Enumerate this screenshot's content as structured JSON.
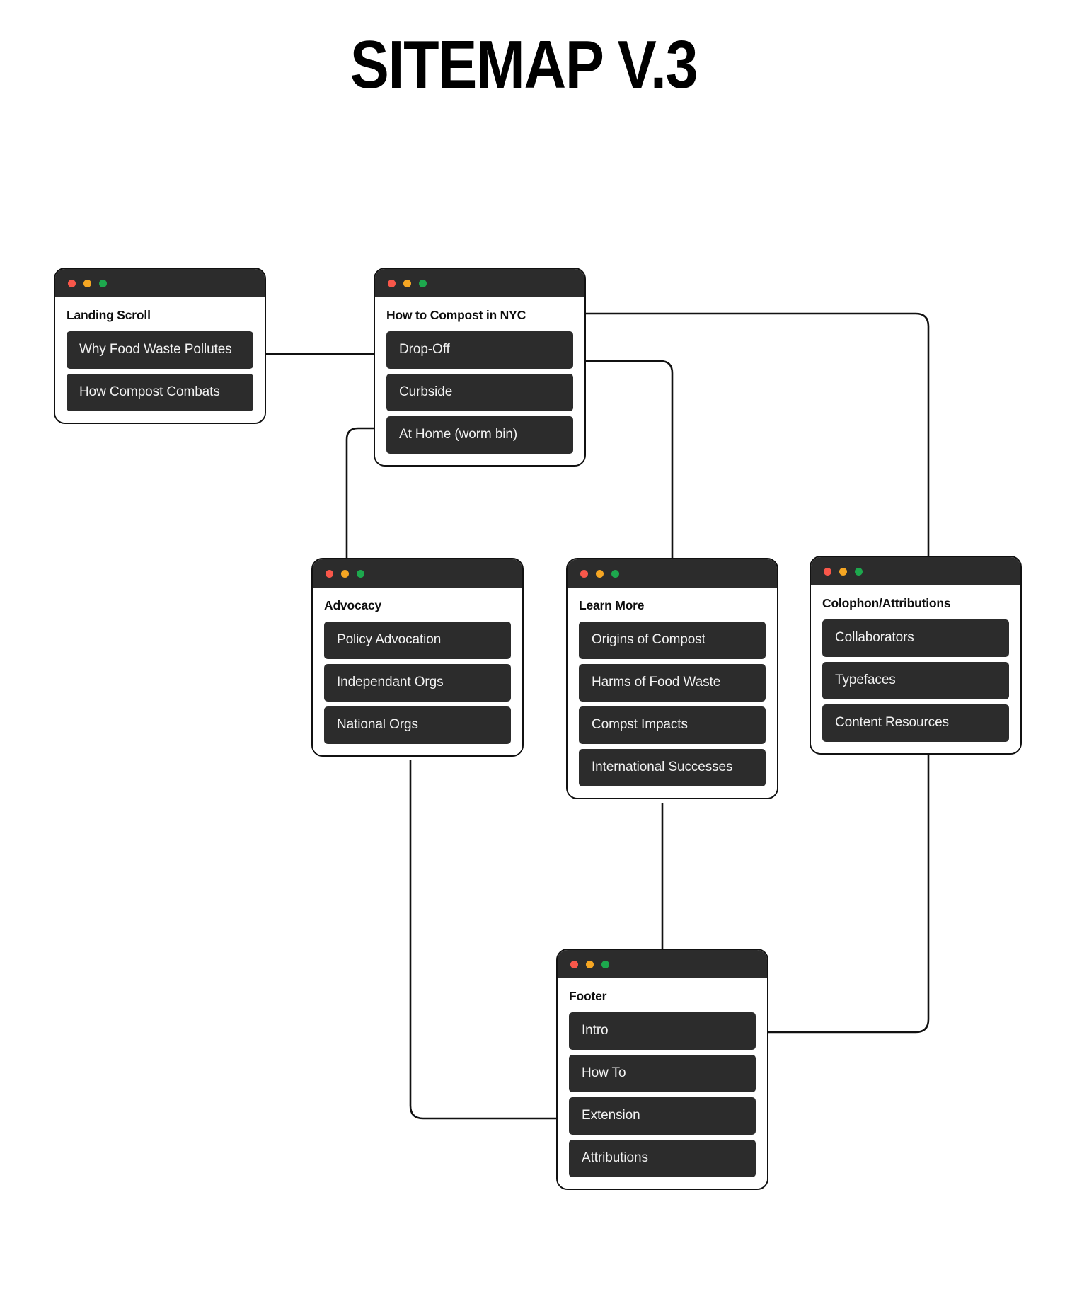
{
  "page": {
    "title": "SITEMAP V.3",
    "background_color": "#FFFFFF"
  },
  "theme": {
    "chrome_color": "#2C2C2C",
    "row_color": "#2C2C2C",
    "row_text_color": "#F2F2F2",
    "card_border_color": "#111111",
    "connector_color": "#111111",
    "dot_red": "#F9574A",
    "dot_amber": "#F5A623",
    "dot_green": "#1DA84D"
  },
  "window_controls": {
    "close": "close-dot",
    "minimize": "minimize-dot",
    "maximize": "maximize-dot"
  },
  "cards": [
    {
      "id": "landing",
      "title": "Landing Scroll",
      "rows": [
        "Why Food Waste Pollutes",
        "How Compost Combats"
      ]
    },
    {
      "id": "howto",
      "title": "How to Compost in NYC",
      "rows": [
        "Drop-Off",
        "Curbside",
        "At Home (worm bin)"
      ]
    },
    {
      "id": "advocacy",
      "title": "Advocacy",
      "rows": [
        "Policy Advocation",
        "Independant Orgs",
        "National Orgs"
      ]
    },
    {
      "id": "learnmore",
      "title": "Learn More",
      "rows": [
        "Origins of Compost",
        "Harms of Food Waste",
        "Compst Impacts",
        "International Successes"
      ]
    },
    {
      "id": "colophon",
      "title": "Colophon/Attributions",
      "rows": [
        "Collaborators",
        "Typefaces",
        "Content Resources"
      ]
    },
    {
      "id": "footer",
      "title": "Footer",
      "rows": [
        "Intro",
        "How To",
        "Extension",
        "Attributions"
      ]
    }
  ],
  "connections": [
    {
      "from": "landing",
      "to": "howto",
      "label": "landing-to-howto"
    },
    {
      "from": "howto",
      "to": "advocacy",
      "label": "howto-to-advocacy"
    },
    {
      "from": "howto",
      "to": "learnmore",
      "label": "howto-to-learnmore"
    },
    {
      "from": "howto",
      "to": "colophon",
      "label": "howto-to-colophon"
    },
    {
      "from": "advocacy",
      "to": "footer",
      "label": "advocacy-to-footer"
    },
    {
      "from": "learnmore",
      "to": "footer",
      "label": "learnmore-to-footer"
    },
    {
      "from": "colophon",
      "to": "footer",
      "label": "colophon-to-footer"
    }
  ]
}
